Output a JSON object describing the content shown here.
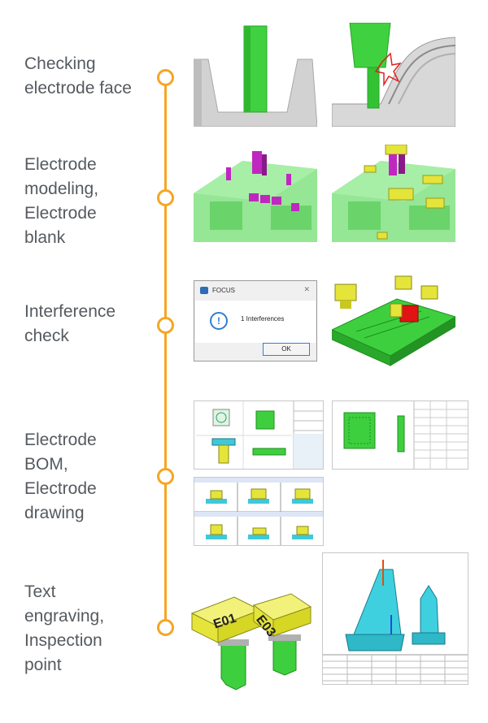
{
  "colors": {
    "accent": "#f5a623",
    "label": "#555a5f",
    "electrode_green": "#33cc33",
    "mold_grey": "#cfcfcf"
  },
  "steps": [
    {
      "label": "Checking\nelectrode face"
    },
    {
      "label": "Electrode\nmodeling,\nElectrode\nblank"
    },
    {
      "label": "Interference\ncheck"
    },
    {
      "label": "Electrode\nBOM,\nElectrode\ndrawing"
    },
    {
      "label": "Text\nengraving,\nInspection\npoint"
    }
  ],
  "dialog": {
    "title": "FOCUS",
    "close_glyph": "✕",
    "message": "1 Interferences",
    "ok_label": "OK",
    "info_glyph": "!"
  },
  "electrode_labels": {
    "left": "E01",
    "right": "E03"
  }
}
